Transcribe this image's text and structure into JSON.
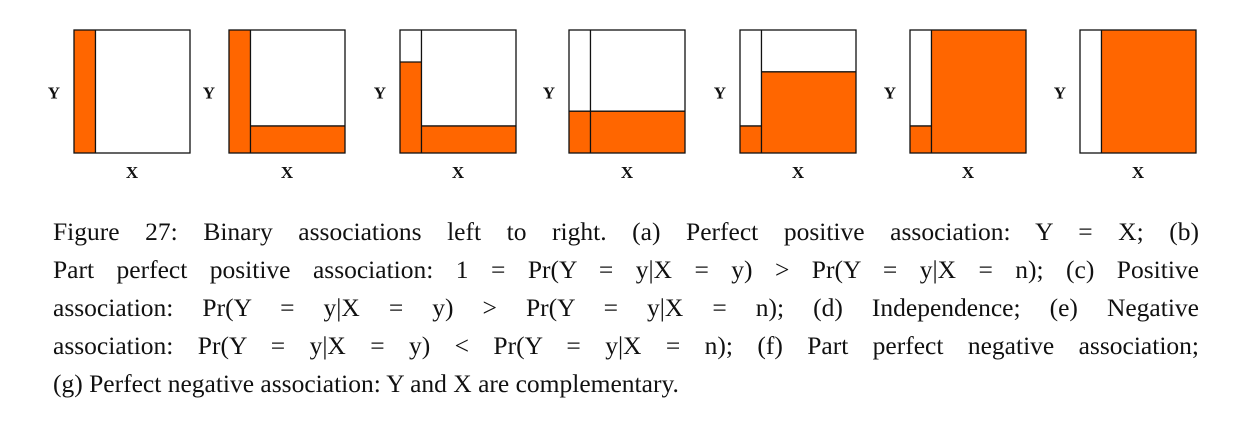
{
  "colors": {
    "fill": "#ff6600",
    "stroke": "#111111",
    "background": "#ffffff"
  },
  "panels": [
    {
      "id": "a",
      "x_split": 0.185,
      "y_left": 1.0,
      "y_right": 0.0
    },
    {
      "id": "b",
      "x_split": 0.185,
      "y_left": 1.0,
      "y_right": 0.22
    },
    {
      "id": "c",
      "x_split": 0.185,
      "y_left": 0.74,
      "y_right": 0.22
    },
    {
      "id": "d",
      "x_split": 0.185,
      "y_left": 0.34,
      "y_right": 0.34
    },
    {
      "id": "e",
      "x_split": 0.185,
      "y_left": 0.22,
      "y_right": 0.66
    },
    {
      "id": "f",
      "x_split": 0.185,
      "y_left": 0.22,
      "y_right": 1.0
    },
    {
      "id": "g",
      "x_split": 0.185,
      "y_left": 0.0,
      "y_right": 1.0
    }
  ],
  "axis_labels": {
    "y": "Y",
    "x": "X"
  },
  "caption": {
    "line1": "Figure 27: Binary associations left to right. (a) Perfect positive association: Y = X; (b)",
    "line2": "Part perfect positive association: 1 = Pr(Y = y|X = y) > Pr(Y = y|X = n); (c) Positive",
    "line3": "association: Pr(Y = y|X = y) > Pr(Y = y|X = n); (d) Independence; (e) Negative",
    "line4": "association: Pr(Y = y|X = y) < Pr(Y = y|X = n); (f) Part perfect negative association;",
    "line5": "(g) Perfect negative association: Y and X are complementary."
  }
}
